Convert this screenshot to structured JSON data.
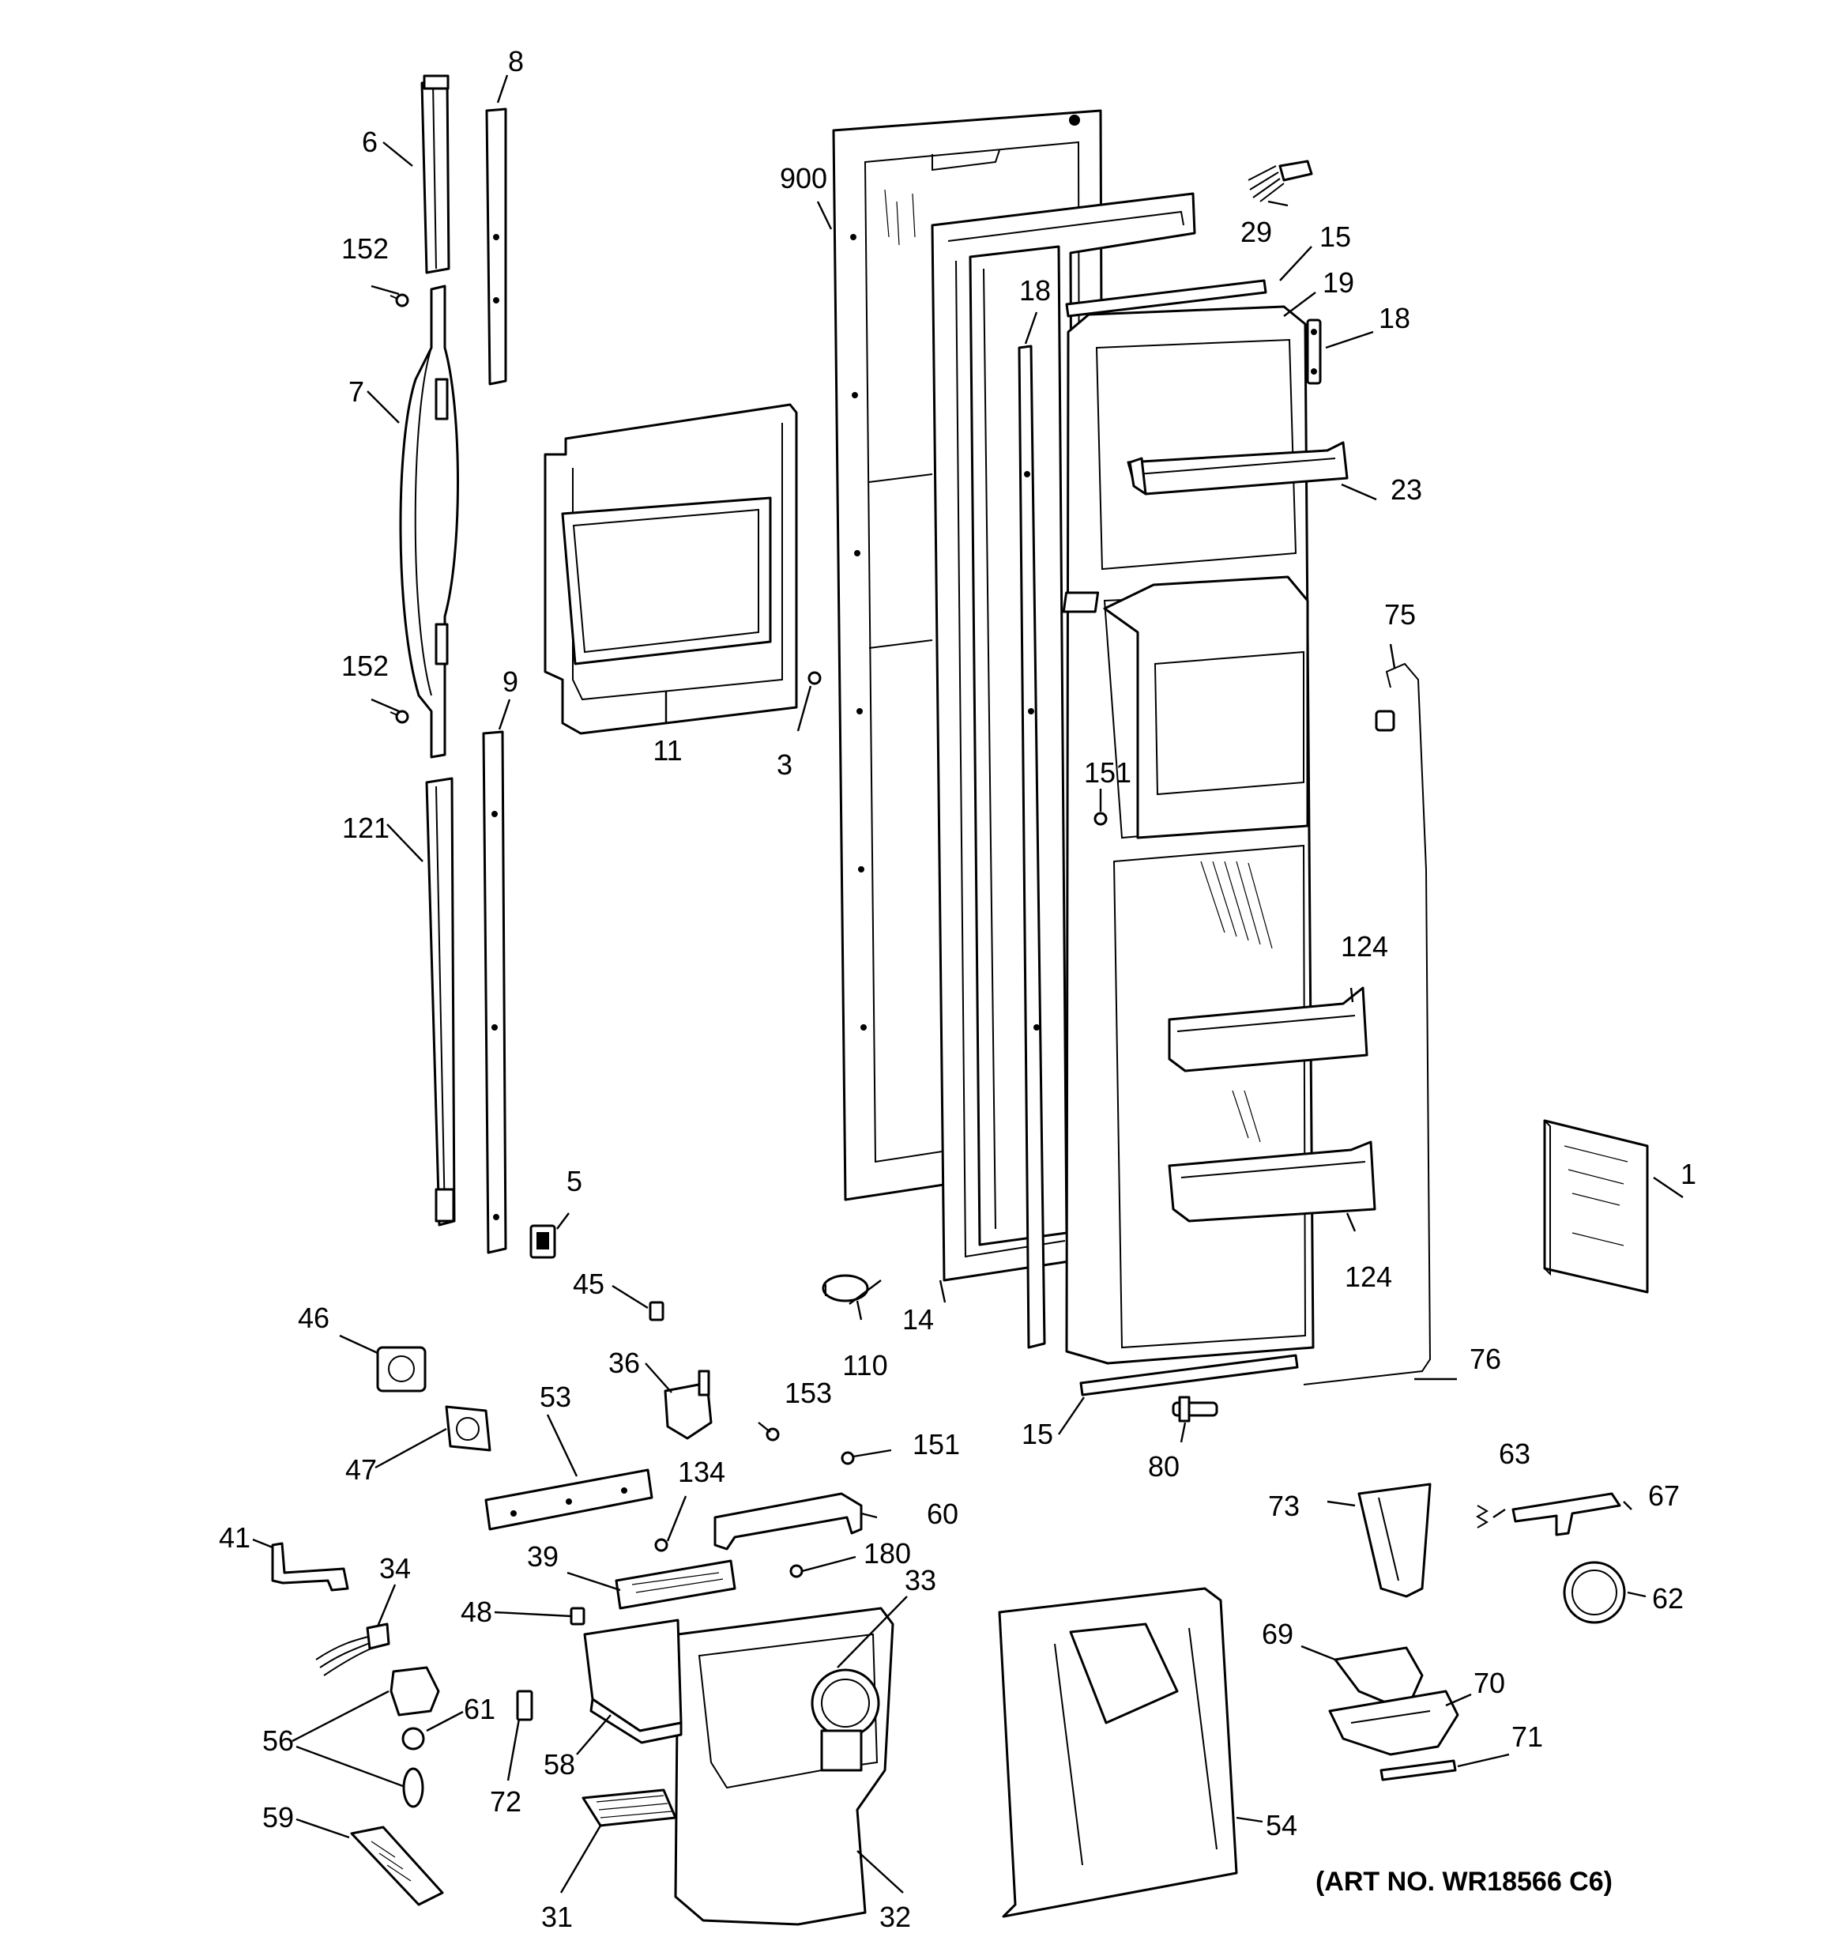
{
  "diagram": {
    "art_number": "(ART NO. WR18566 C6)",
    "labels": {
      "p1": "1",
      "p3": "3",
      "p5": "5",
      "p6": "6",
      "p7": "7",
      "p8": "8",
      "p9": "9",
      "p11": "11",
      "p14": "14",
      "p15a": "15",
      "p15b": "15",
      "p18a": "18",
      "p18b": "18",
      "p19": "19",
      "p23": "23",
      "p29": "29",
      "p31": "31",
      "p32": "32",
      "p33": "33",
      "p34": "34",
      "p36": "36",
      "p39": "39",
      "p41": "41",
      "p45": "45",
      "p46": "46",
      "p47": "47",
      "p48": "48",
      "p53": "53",
      "p54": "54",
      "p56": "56",
      "p58": "58",
      "p59": "59",
      "p60": "60",
      "p61": "61",
      "p62": "62",
      "p63": "63",
      "p67": "67",
      "p69": "69",
      "p70": "70",
      "p71": "71",
      "p72": "72",
      "p73": "73",
      "p75": "75",
      "p76": "76",
      "p80": "80",
      "p110": "110",
      "p121": "121",
      "p124a": "124",
      "p124b": "124",
      "p134": "134",
      "p151a": "151",
      "p151b": "151",
      "p152a": "152",
      "p152b": "152",
      "p153": "153",
      "p180": "180",
      "p900": "900"
    }
  }
}
